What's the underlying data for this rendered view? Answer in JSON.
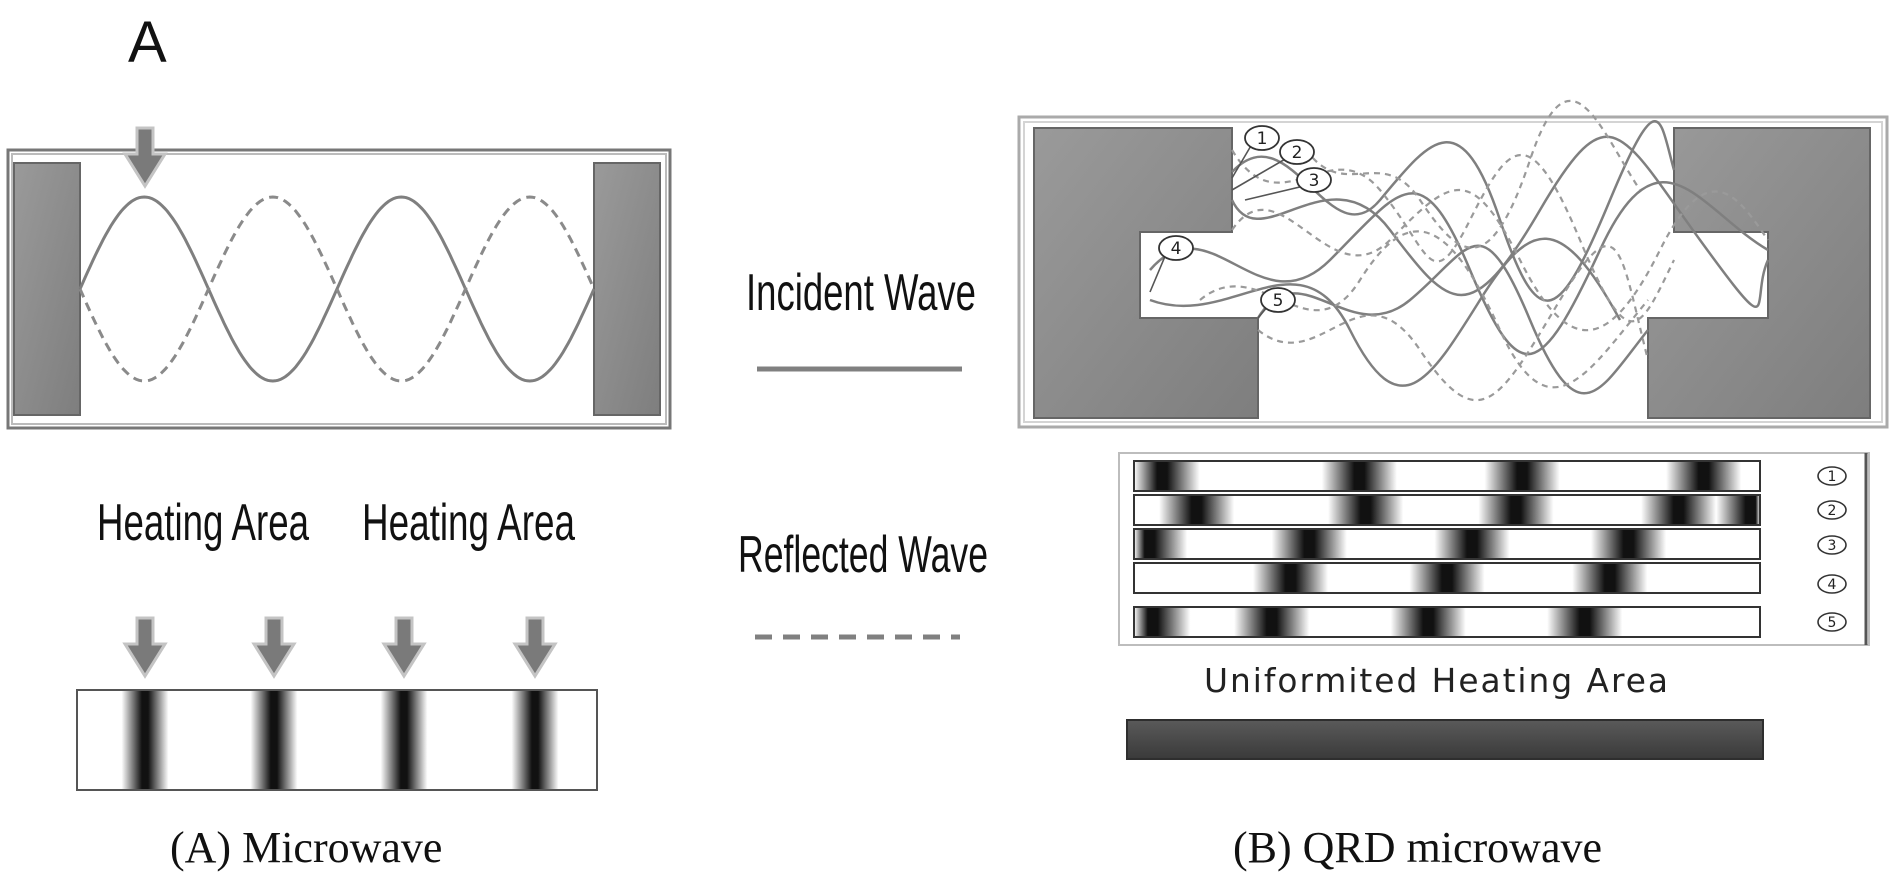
{
  "panel_letter": "A",
  "left": {
    "heating_labels": [
      "Heating Area",
      "Heating Area"
    ],
    "caption": "(A) Microwave"
  },
  "legend": {
    "incident": "Incident Wave",
    "reflected": "Reflected Wave"
  },
  "right": {
    "wave_numbers": [
      "1",
      "2",
      "3",
      "4",
      "5"
    ],
    "uniform_label": "Uniformited Heating Area",
    "caption": "(B) QRD microwave"
  },
  "colors": {
    "block": "#8c8c8c",
    "wave": "#808080",
    "dark_bar": "#484848",
    "arrow": "#7a7a7a"
  }
}
